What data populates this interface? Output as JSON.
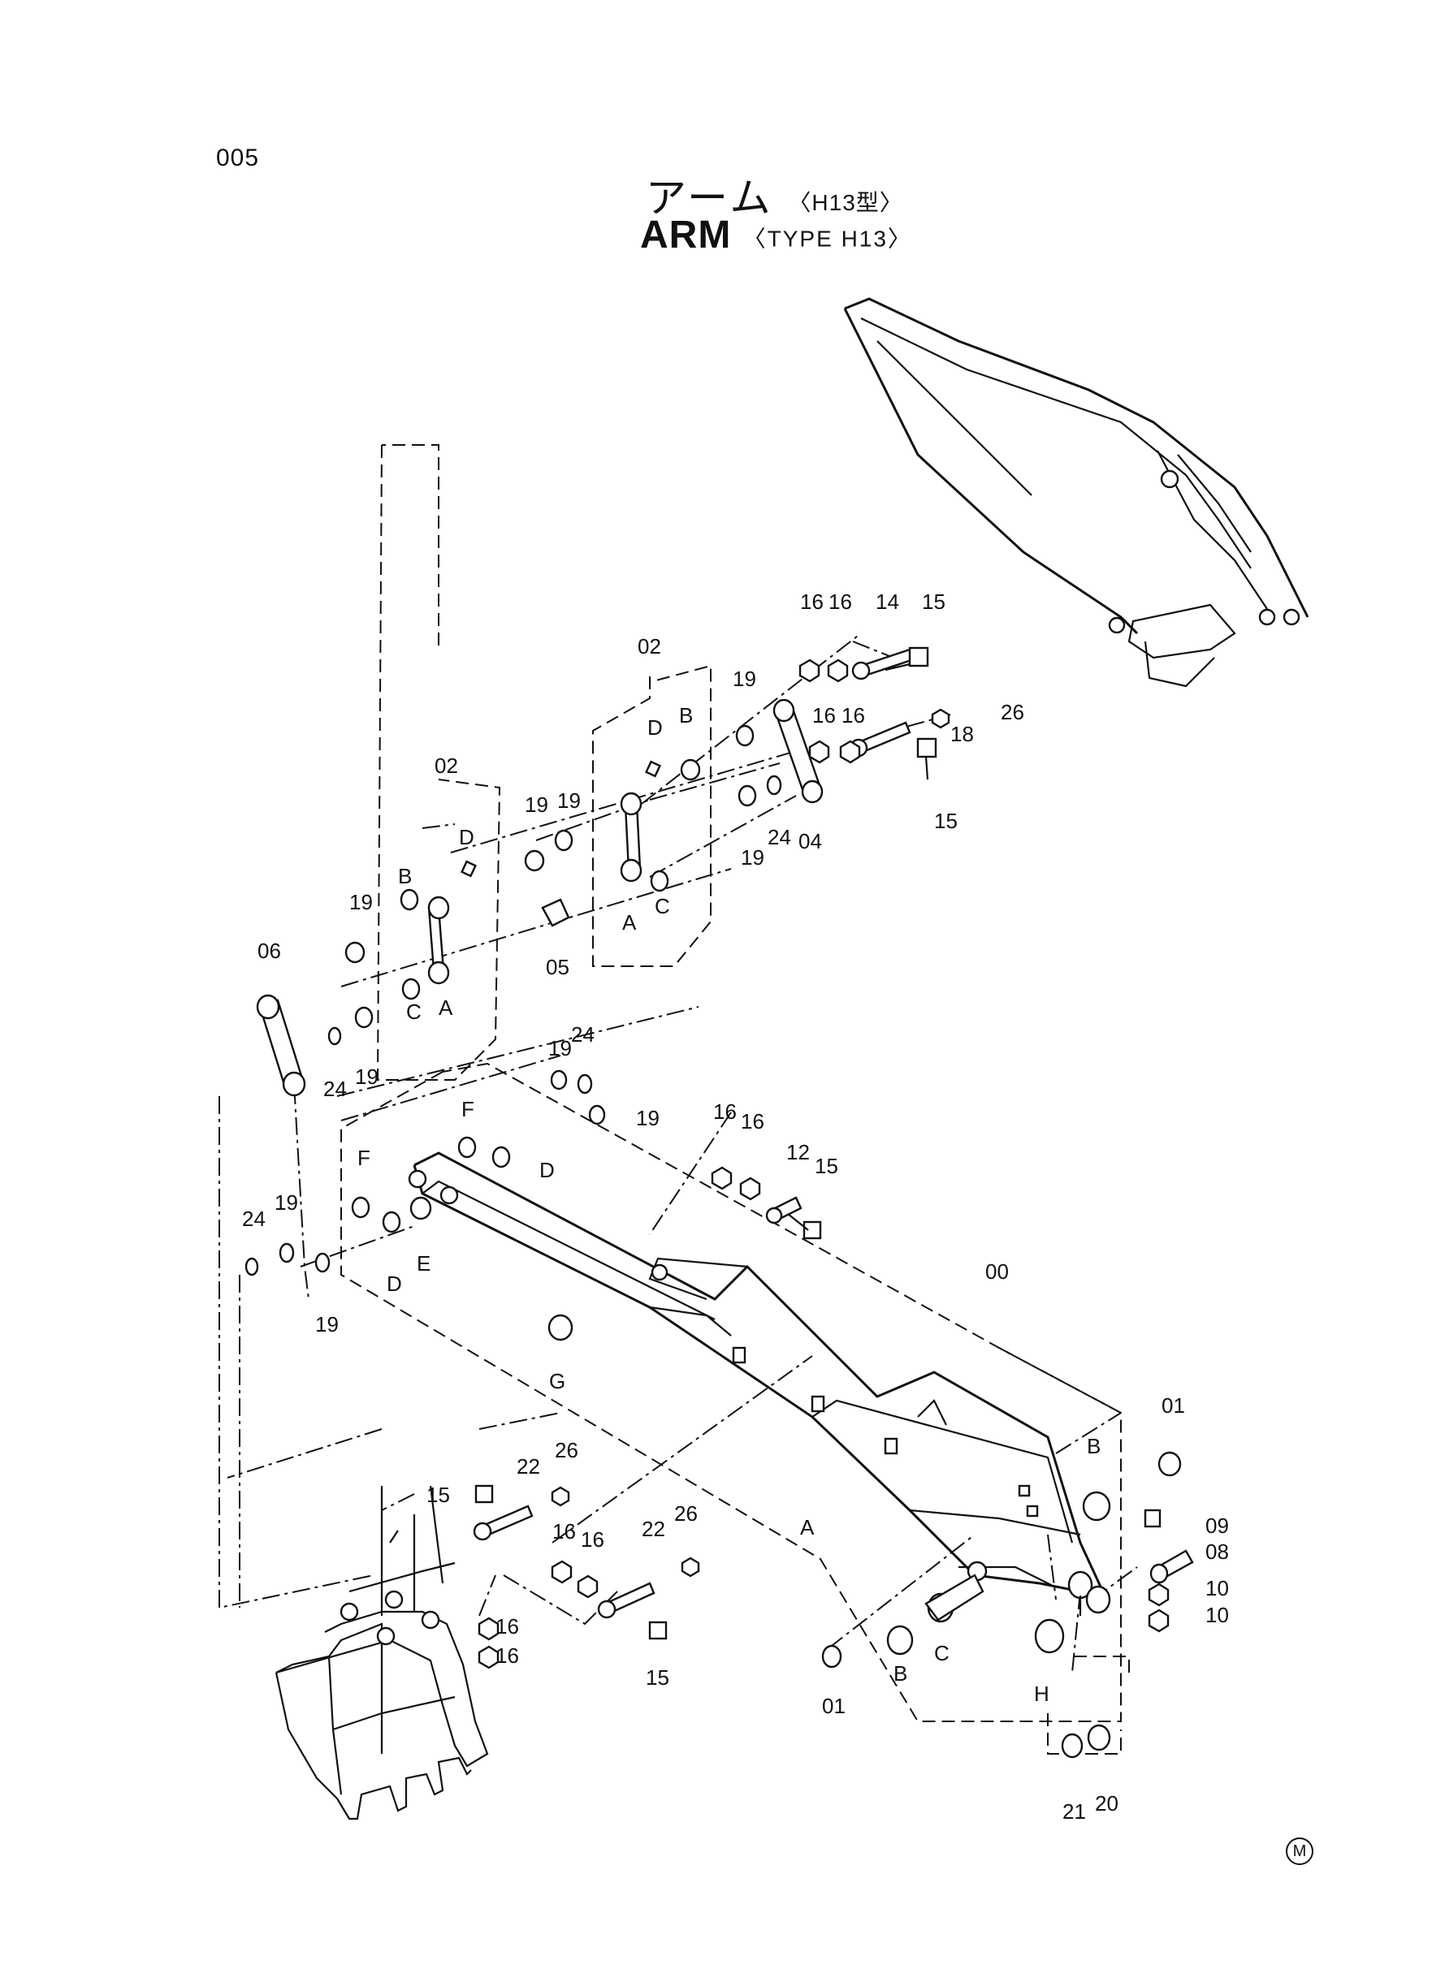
{
  "page": {
    "number": "005",
    "title_jp": "アーム",
    "title_jp_type": "〈H13型〉",
    "title_en": "ARM",
    "title_en_type": "〈TYPE H13〉",
    "corner_mark": "M"
  },
  "callouts": [
    {
      "text": "16"
    },
    {
      "text": "16"
    },
    {
      "text": "14"
    },
    {
      "text": "15"
    },
    {
      "text": "02"
    },
    {
      "text": "19"
    },
    {
      "text": "D"
    },
    {
      "text": "B"
    },
    {
      "text": "16"
    },
    {
      "text": "16"
    },
    {
      "text": "26"
    },
    {
      "text": "18"
    },
    {
      "text": "15"
    },
    {
      "text": "02"
    },
    {
      "text": "D"
    },
    {
      "text": "19"
    },
    {
      "text": "19"
    },
    {
      "text": "24"
    },
    {
      "text": "19"
    },
    {
      "text": "04"
    },
    {
      "text": "A"
    },
    {
      "text": "C"
    },
    {
      "text": "B"
    },
    {
      "text": "19"
    },
    {
      "text": "05"
    },
    {
      "text": "06"
    },
    {
      "text": "C"
    },
    {
      "text": "A"
    },
    {
      "text": "24"
    },
    {
      "text": "19"
    },
    {
      "text": "19"
    },
    {
      "text": "24"
    },
    {
      "text": "19"
    },
    {
      "text": "F"
    },
    {
      "text": "D"
    },
    {
      "text": "16"
    },
    {
      "text": "16"
    },
    {
      "text": "12"
    },
    {
      "text": "15"
    },
    {
      "text": "F"
    },
    {
      "text": "24"
    },
    {
      "text": "19"
    },
    {
      "text": "D"
    },
    {
      "text": "E"
    },
    {
      "text": "19"
    },
    {
      "text": "G"
    },
    {
      "text": "00"
    },
    {
      "text": "01"
    },
    {
      "text": "B"
    },
    {
      "text": "09"
    },
    {
      "text": "08"
    },
    {
      "text": "10"
    },
    {
      "text": "10"
    },
    {
      "text": "A"
    },
    {
      "text": "26"
    },
    {
      "text": "22"
    },
    {
      "text": "15"
    },
    {
      "text": "26"
    },
    {
      "text": "16"
    },
    {
      "text": "16"
    },
    {
      "text": "22"
    },
    {
      "text": "16"
    },
    {
      "text": "16"
    },
    {
      "text": "15"
    },
    {
      "text": "B"
    },
    {
      "text": "C"
    },
    {
      "text": "H"
    },
    {
      "text": "01"
    },
    {
      "text": "21"
    },
    {
      "text": "20"
    }
  ]
}
